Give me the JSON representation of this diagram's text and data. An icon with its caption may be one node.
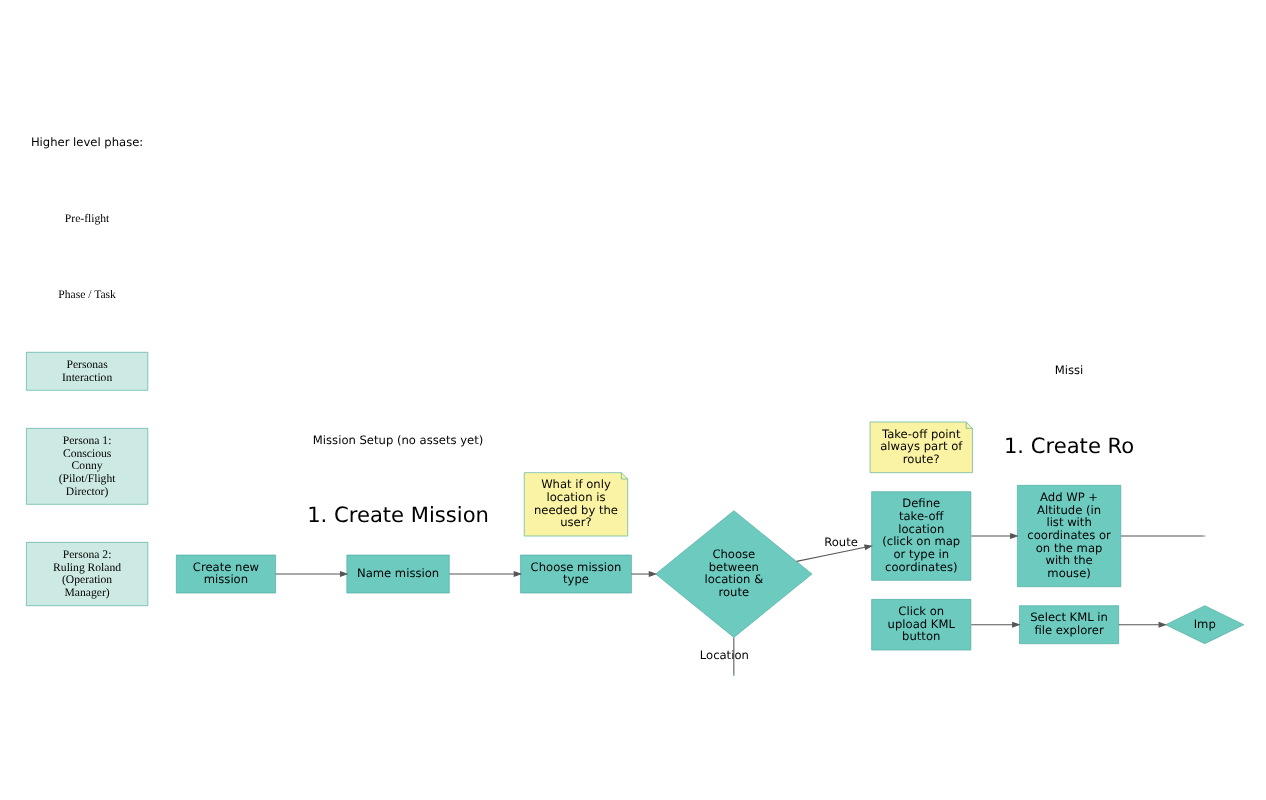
{
  "diagram": {
    "nodes": [
      {
        "text": [
          "Personas Interaction"
        ]
      },
      {
        "text": [
          "Persona 1: Conscious Conny (Pilot/Flight Director)"
        ]
      },
      {
        "text": [
          "Persona 2: Ruling Roland (Operation Manager)"
        ]
      },
      {
        "text": [
          "Create new mission"
        ]
      },
      {
        "text": [
          "Name mission"
        ]
      },
      {
        "text": [
          "Choose mission type"
        ]
      },
      {
        "text": [
          "What if only location is needed by the user?"
        ]
      },
      {
        "text": [
          "Choose between location & route"
        ]
      },
      {
        "text": [
          "Define take-off location (click on map or type in coordinates)"
        ]
      },
      {
        "text": [
          "Take-off point always part of route?"
        ]
      },
      {
        "text": [
          "Add WP + Altitude (in list with coordinates or on the map with the mouse)"
        ]
      },
      {
        "text": [
          "Click on upload KML button"
        ]
      },
      {
        "text": [
          "Select KML in file explorer"
        ]
      },
      {
        "text": [
          "Imp"
        ]
      }
    ],
    "edges": [
      {
        "from": 3,
        "to": 4,
        "arrow": "to"
      },
      {
        "from": 4,
        "to": 5,
        "arrow": "to"
      },
      {
        "from": 5,
        "to": 7,
        "arrow": "to"
      },
      {
        "from": 7,
        "to": 8,
        "arrow": "to",
        "label": "Route"
      },
      {
        "from": 8,
        "to": 10,
        "arrow": "to"
      },
      {
        "from": 10,
        "to": null,
        "arrow": "none"
      },
      {
        "from": 11,
        "to": 12,
        "arrow": "to"
      },
      {
        "from": 12,
        "to": 13,
        "arrow": "to"
      },
      {
        "from": 7,
        "to": null,
        "arrow": "none",
        "label": "Location"
      }
    ],
    "labels": [
      "Higher level phase:",
      "Pre-flight",
      "Mission Setup (no assets yet)",
      "Missi",
      "Phase / Task",
      "1. Create Mission",
      "1. Create Ro"
    ]
  }
}
